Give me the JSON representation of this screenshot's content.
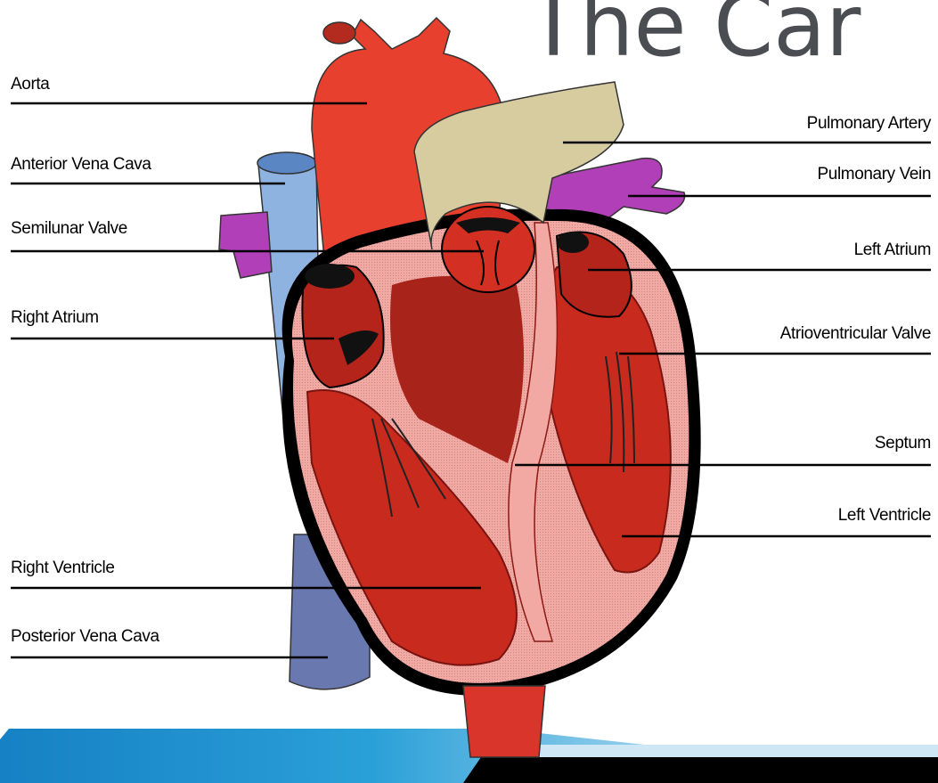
{
  "slide": {
    "title": "The Car"
  },
  "diagram": {
    "left_labels": [
      "Aorta",
      "Anterior Vena Cava",
      "Semilunar Valve",
      "Right Atrium",
      "Right Ventricle",
      "Posterior Vena Cava"
    ],
    "right_labels": [
      "Pulmonary Artery",
      "Pulmonary Vein",
      "Left Atrium",
      "Atrioventricular Valve",
      "Septum",
      "Left Ventricle"
    ]
  },
  "colors": {
    "aorta": "#e8402e",
    "vena_cava": "#7fa6d8",
    "pulmonary_artery": "#d7cba0",
    "pulmonary_vein": "#b13fb8",
    "heart_muscle": "#c92a1e",
    "chamber_lining": "#f3a9a3",
    "outline": "#000000",
    "banner": "#1f8fc8"
  }
}
